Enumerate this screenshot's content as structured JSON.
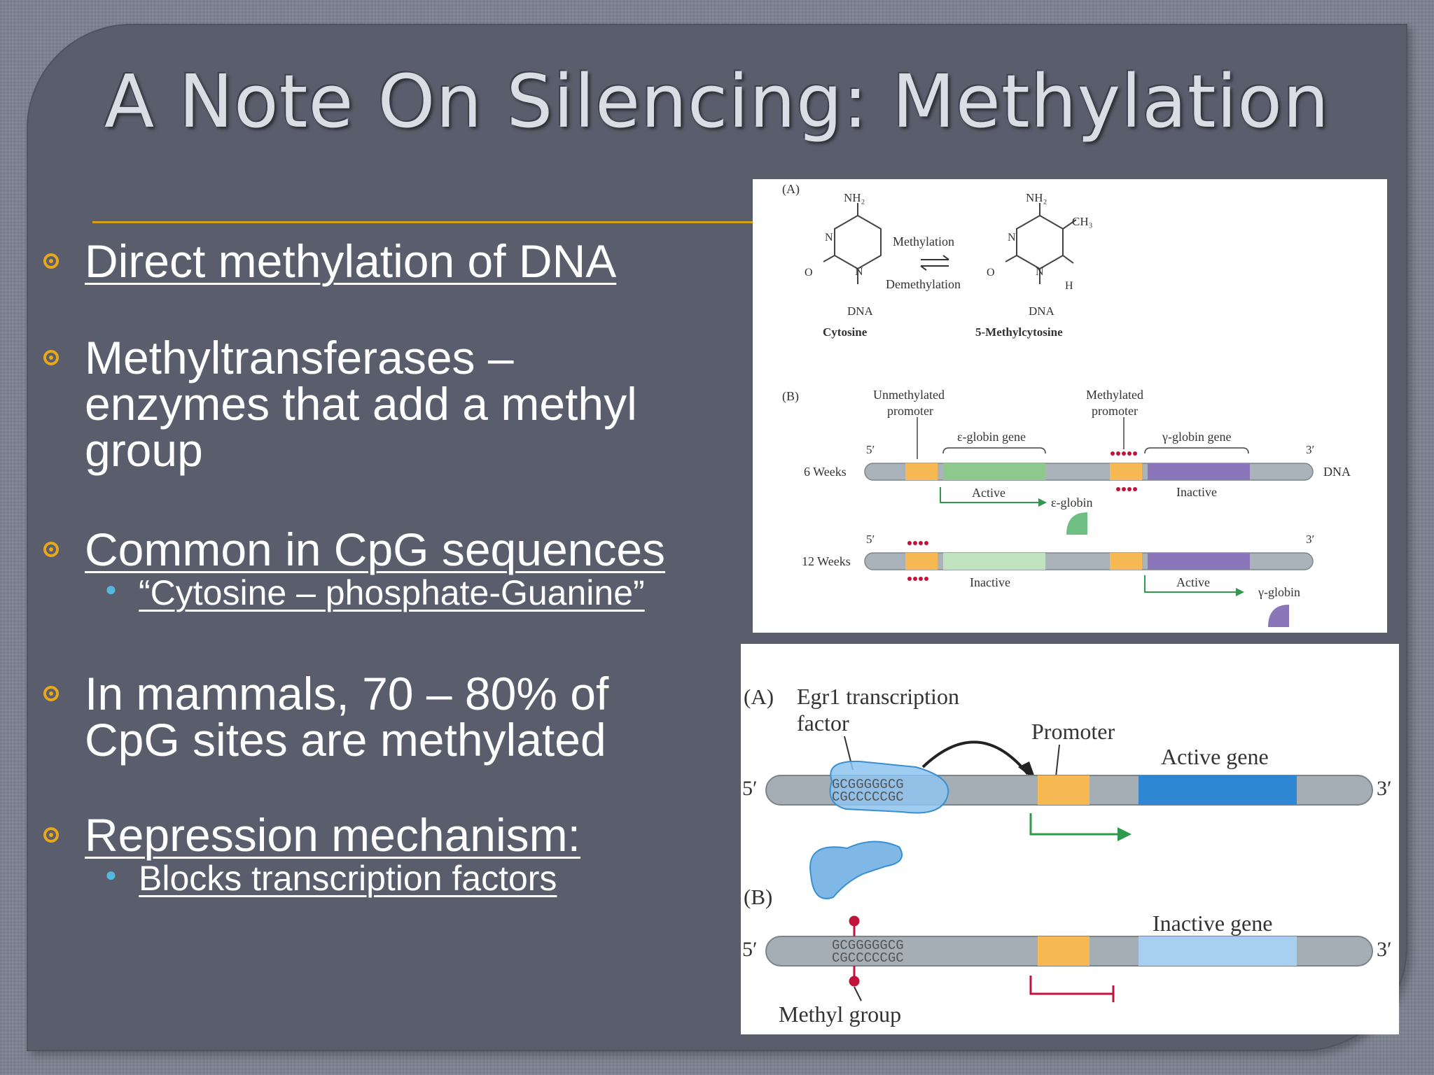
{
  "title": "A Note On Silencing: Methylation",
  "bullets": [
    {
      "text": "Direct methylation of DNA",
      "underlined": true
    },
    {
      "text": "Methyltransferases –\nenzymes that add a methyl\ngroup",
      "underlined": false
    },
    {
      "text": "Common in CpG sequences",
      "underlined": true,
      "sub": "“Cytosine – phosphate-Guanine”"
    },
    {
      "text": "In mammals, 70 – 80% of\nCpG sites are methylated",
      "underlined": false
    },
    {
      "text": "Repression mechanism:",
      "underlined": true,
      "sub": "Blocks transcription factors"
    }
  ],
  "figure1": {
    "panel_a": "(A)",
    "nh2": "NH₂",
    "ch3": "CH₃",
    "n": "N",
    "o": "O",
    "h": "H",
    "dna": "DNA",
    "cytosine": "Cytosine",
    "methylcytosine": "5-Methylcytosine",
    "methylation": "Methylation",
    "demethylation": "Demethylation",
    "panel_b": "(B)",
    "unmethylated_promoter": [
      "Unmethylated",
      "promoter"
    ],
    "methylated_promoter": [
      "Methylated",
      "promoter"
    ],
    "epsilon_gene": "ε-globin gene",
    "gamma_gene": "γ-globin gene",
    "five_prime": "5′",
    "three_prime": "3′",
    "six_weeks": "6 Weeks",
    "twelve_weeks": "12 Weeks",
    "dna_label": "DNA",
    "active": "Active",
    "inactive": "Inactive",
    "epsilon_globin": "ε-globin",
    "gamma_globin": "γ-globin"
  },
  "figure2": {
    "panel_a": "(A)",
    "egr1": [
      "Egr1 transcription",
      "factor"
    ],
    "promoter": "Promoter",
    "active_gene": "Active gene",
    "seq_top": "GCGGGGGCG",
    "seq_bottom": "CGCCCCCGC",
    "five_prime": "5′",
    "three_prime": "3′",
    "panel_b": "(B)",
    "inactive_gene": "Inactive gene",
    "methyl_group": "Methyl group"
  },
  "colors": {
    "accent": "#e9a81a",
    "sub_bullet": "#53b9e0",
    "promoter": "#f7b954",
    "active_gene": "#2f86d2",
    "inactive_gene": "#a9cff0",
    "epsilon": "#8dc88d",
    "gamma": "#8a76b8",
    "methyl": "#c0143c"
  }
}
